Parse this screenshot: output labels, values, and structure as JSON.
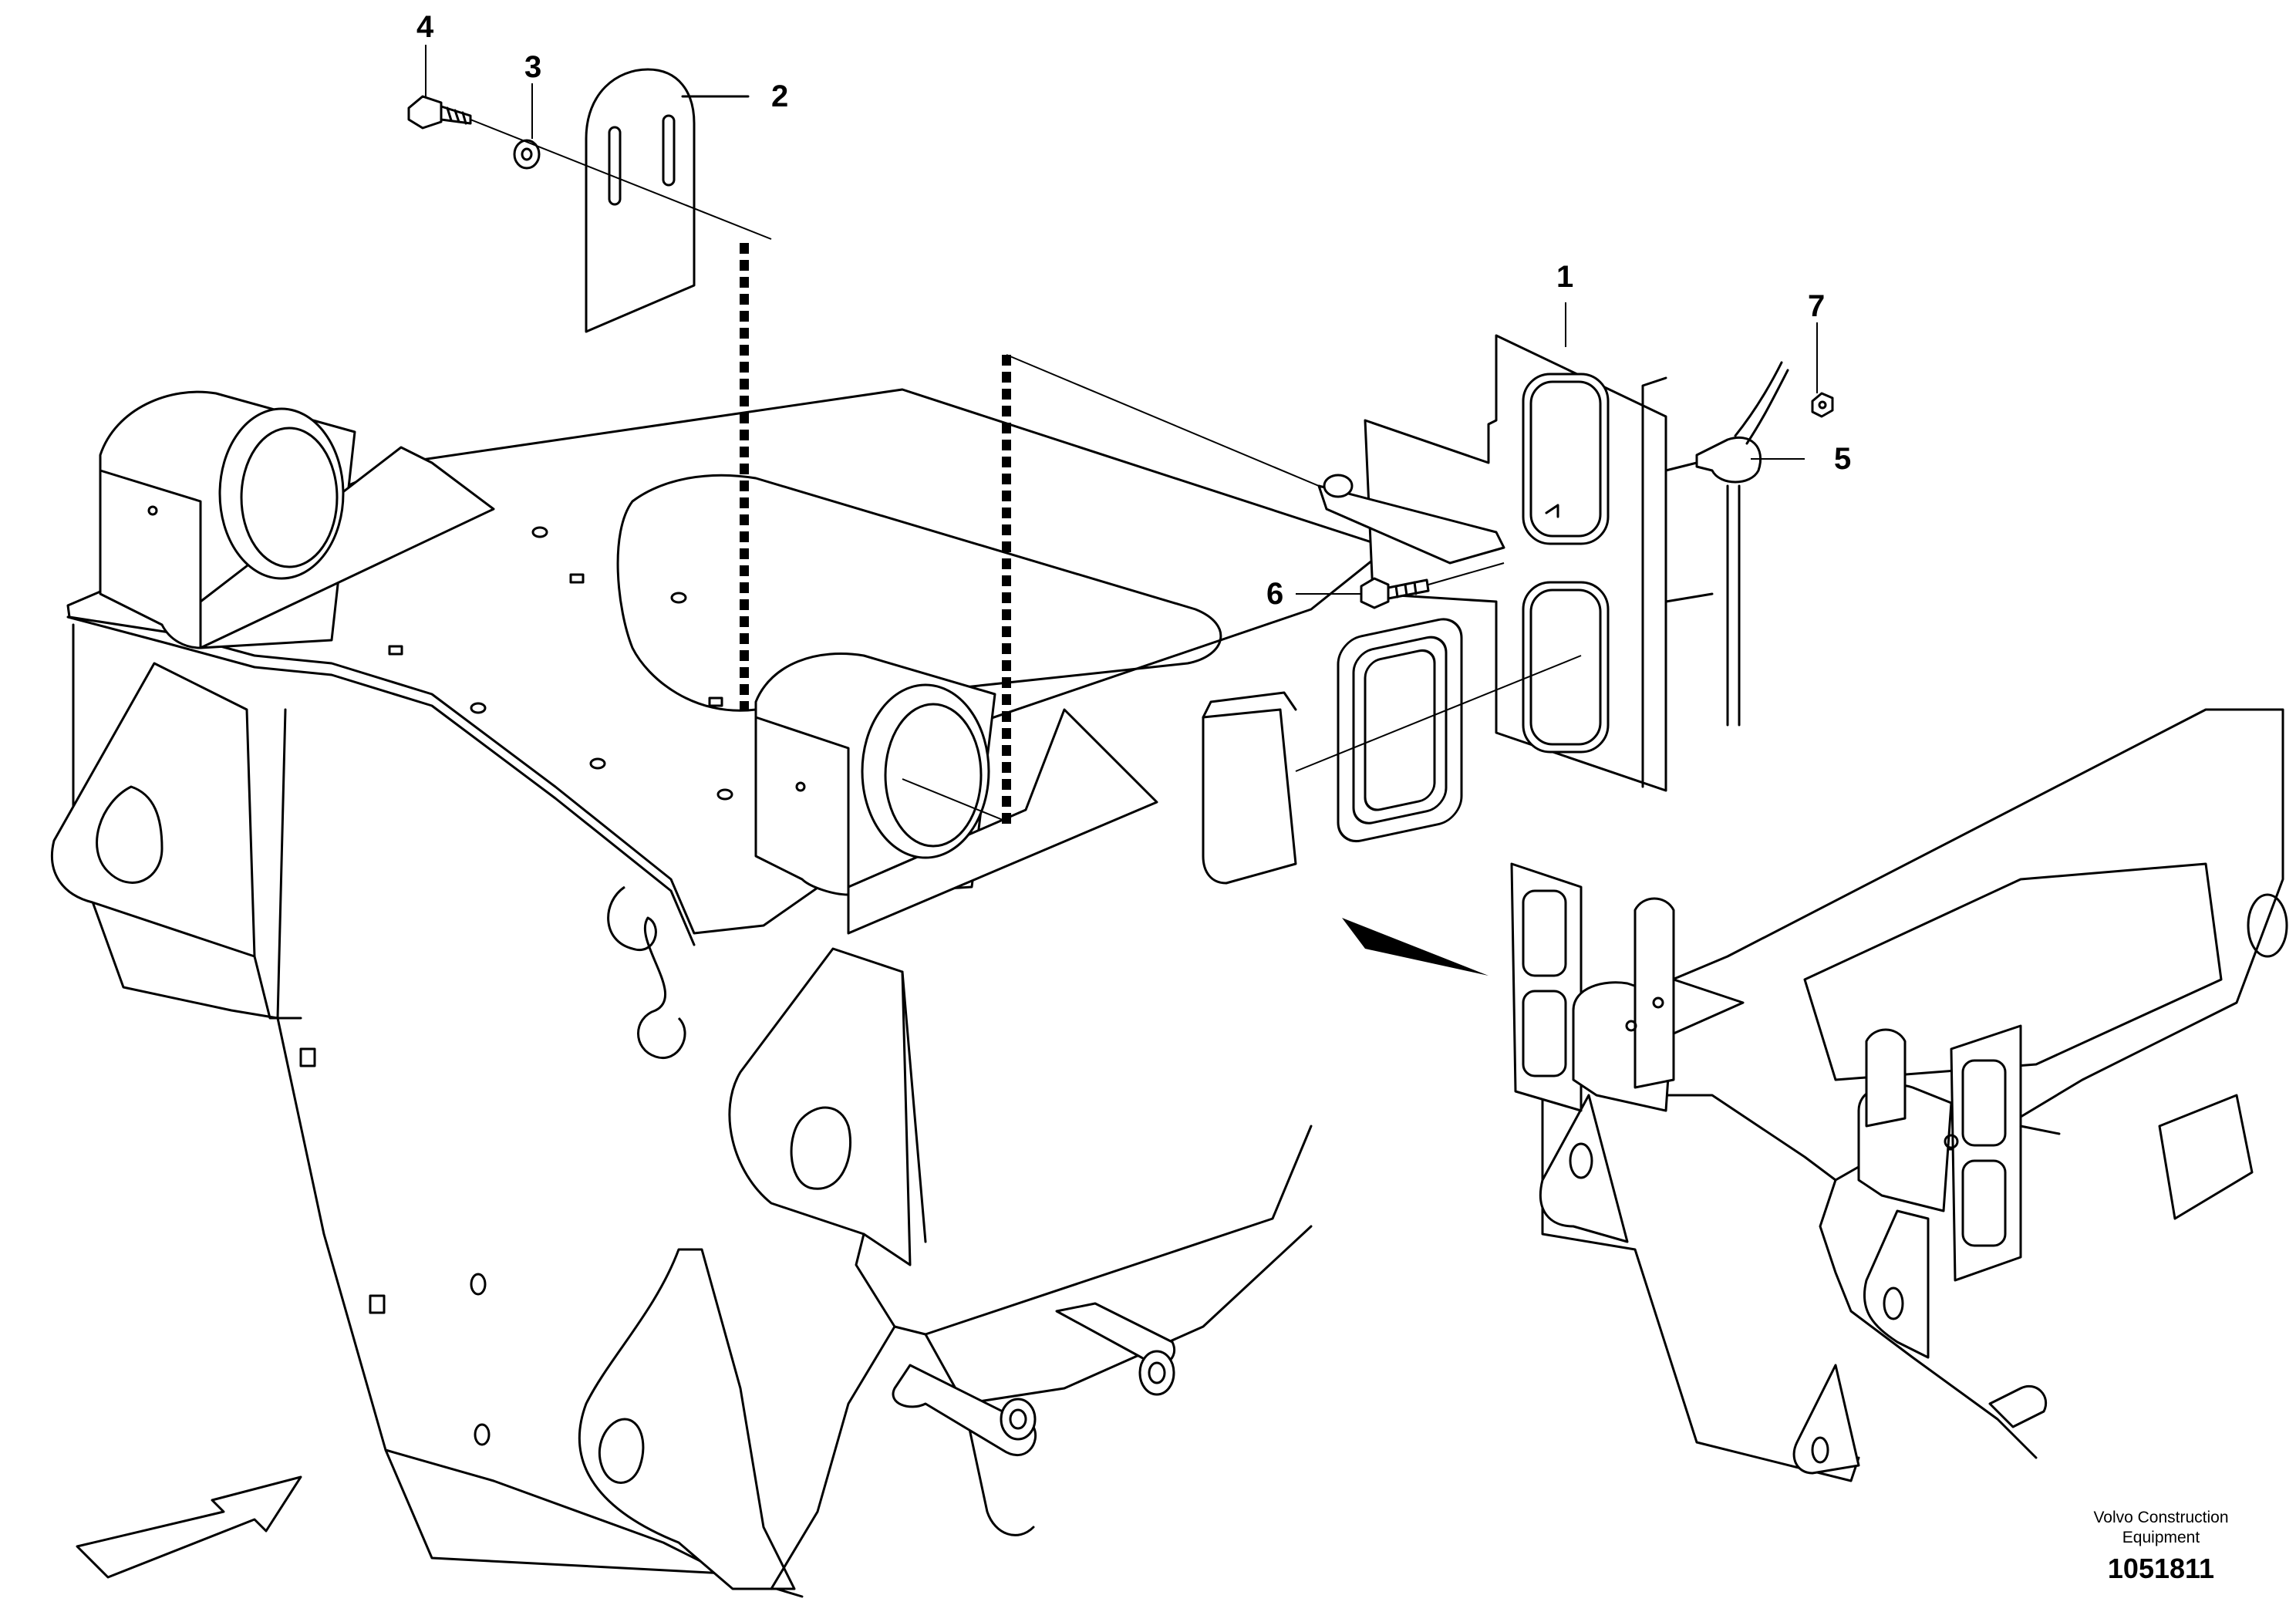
{
  "callouts": [
    {
      "number": "1",
      "part": "bracket-with-openings"
    },
    {
      "number": "2",
      "part": "slotted-plate"
    },
    {
      "number": "3",
      "part": "washer"
    },
    {
      "number": "4",
      "part": "flange-screw"
    },
    {
      "number": "5",
      "part": "hose-clamp"
    },
    {
      "number": "6",
      "part": "flange-screw"
    },
    {
      "number": "7",
      "part": "nut"
    }
  ],
  "brand": {
    "line1": "Volvo Construction",
    "line2": "Equipment"
  },
  "figure_number": "1051811"
}
